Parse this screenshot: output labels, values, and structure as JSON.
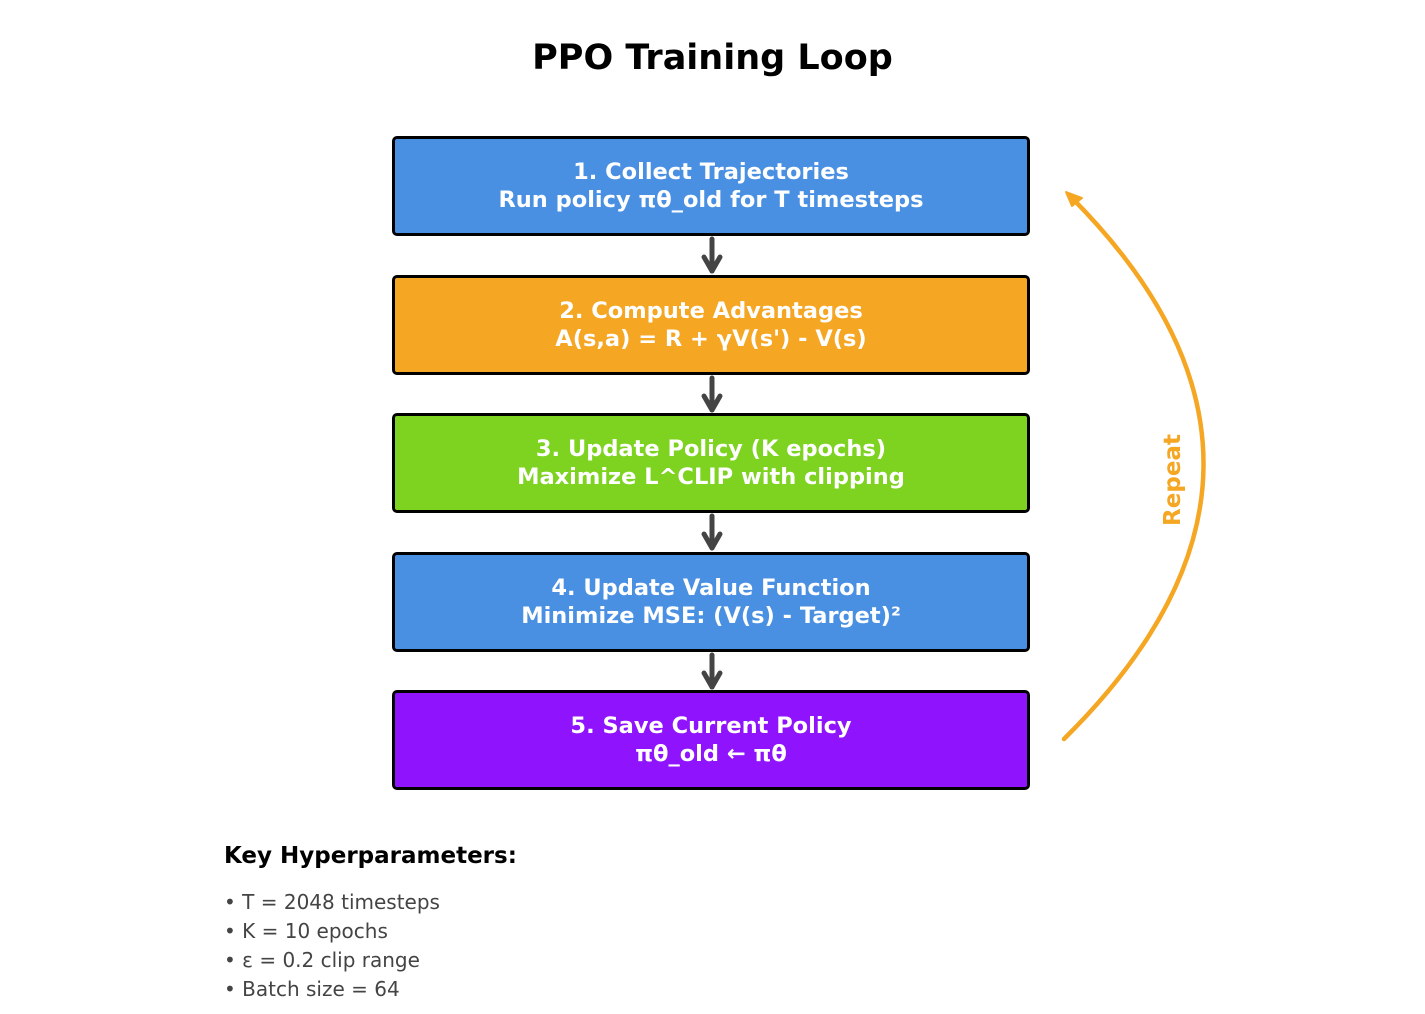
{
  "title": "PPO Training Loop",
  "steps": [
    {
      "line1": "1. Collect Trajectories",
      "line2": "Run policy πθ_old for T timesteps",
      "color": "#4A90E2"
    },
    {
      "line1": "2. Compute Advantages",
      "line2": "A(s,a) = R + γV(s') - V(s)",
      "color": "#F5A623"
    },
    {
      "line1": "3. Update Policy (K epochs)",
      "line2": "Maximize L^CLIP with clipping",
      "color": "#7ED321"
    },
    {
      "line1": "4. Update Value Function",
      "line2": "Minimize MSE: (V(s) - Target)²",
      "color": "#4A90E2"
    },
    {
      "line1": "5. Save Current Policy",
      "line2": "πθ_old ← πθ",
      "color": "#9013FE"
    }
  ],
  "connector_color": "#444444",
  "loop": {
    "label": "Repeat",
    "color": "#F5A623"
  },
  "hyperparameters": {
    "title": "Key Hyperparameters:",
    "items": [
      "• T = 2048 timesteps",
      "• K = 10 epochs",
      "• ε = 0.2 clip range",
      "• Batch size = 64"
    ]
  }
}
